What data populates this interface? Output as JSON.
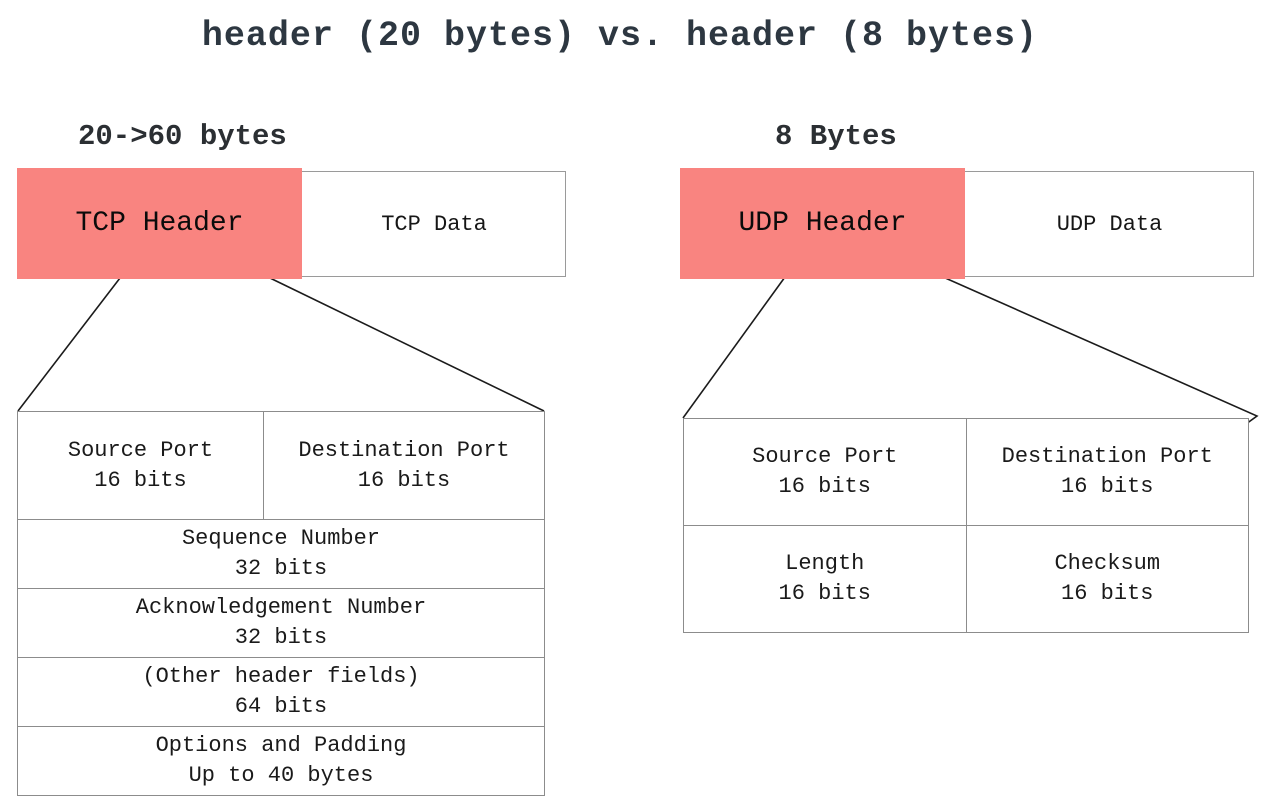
{
  "title": "header (20 bytes) vs. header (8 bytes)",
  "colors": {
    "header_fill": "#F98480",
    "box_border": "#9A9A9A",
    "table_border": "#8C8C8C",
    "line_color": "#1B1B1B",
    "title_color": "#2D3741",
    "label_color": "#2B2F33"
  },
  "tcp": {
    "size_label": "20->60 bytes",
    "bar": {
      "header_label": "TCP Header",
      "data_label": "TCP Data"
    },
    "fields": [
      {
        "name": "Source Port",
        "size": "16 bits"
      },
      {
        "name": "Destination Port",
        "size": "16 bits"
      },
      {
        "name": "Sequence Number",
        "size": "32 bits"
      },
      {
        "name": "Acknowledgement Number",
        "size": "32 bits"
      },
      {
        "name": "(Other header fields)",
        "size": "64 bits"
      },
      {
        "name": "Options and Padding",
        "size": "Up to 40 bytes"
      }
    ]
  },
  "udp": {
    "size_label": "8 Bytes",
    "bar": {
      "header_label": "UDP Header",
      "data_label": "UDP Data"
    },
    "fields": [
      {
        "name": "Source Port",
        "size": "16 bits"
      },
      {
        "name": "Destination Port",
        "size": "16 bits"
      },
      {
        "name": "Length",
        "size": "16 bits"
      },
      {
        "name": "Checksum",
        "size": "16 bits"
      }
    ]
  }
}
